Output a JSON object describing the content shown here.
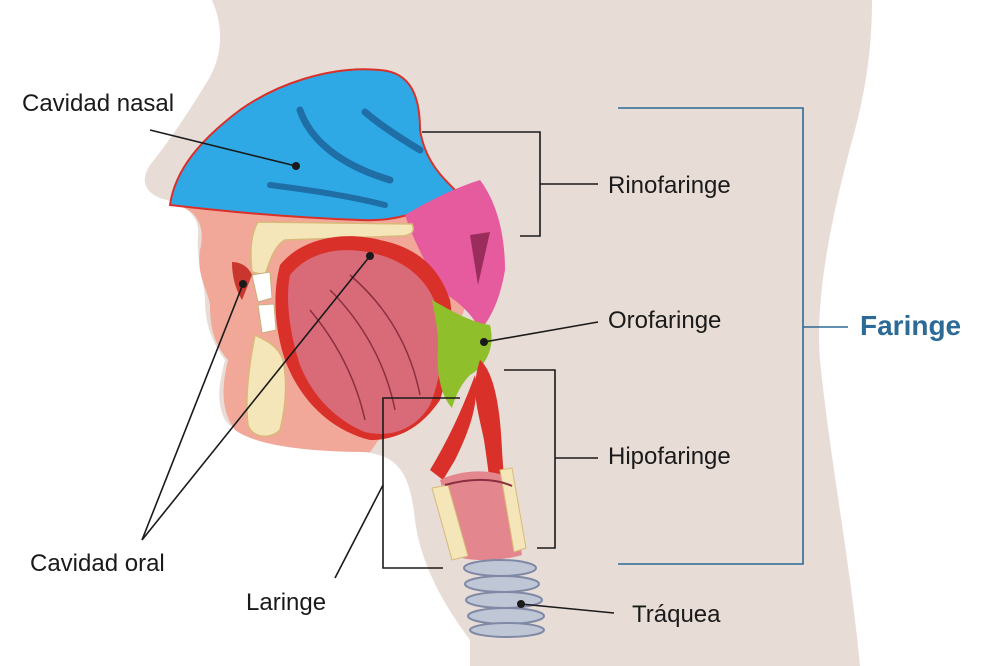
{
  "labels": {
    "nasal_cavity": "Cavidad nasal",
    "oral_cavity": "Cavidad oral",
    "larynx": "Laringe",
    "nasopharynx": "Rinofaringe",
    "oropharynx": "Orofaringe",
    "hypopharynx": "Hipofaringe",
    "pharynx": "Faringe",
    "trachea": "Tráquea"
  },
  "colors": {
    "skin_outer": "#e8ddd6",
    "skin_tissue": "#f2a898",
    "nasal_cavity": "#2ea9e6",
    "nasopharynx": "#e65a9e",
    "oropharynx": "#8fbf2a",
    "muscle_red": "#d9312a",
    "tongue": "#d96a78",
    "bone": "#f4e6b8",
    "cartilage": "#bfc6d6",
    "pharynx_label": "#2d6a95",
    "bracket": "#2d6a95",
    "leader": "#1a1a1a"
  }
}
